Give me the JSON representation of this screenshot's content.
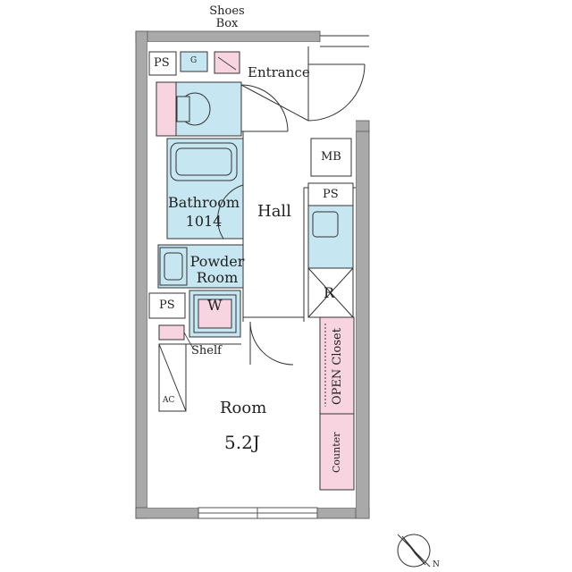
{
  "labels": {
    "shoes_box": [
      "Shoes",
      "Box"
    ],
    "entrance": "Entrance",
    "ps_top": "PS",
    "g": "G",
    "mb": "MB",
    "ps_right": "PS",
    "bathroom": [
      "Bathroom",
      "1014"
    ],
    "hall": "Hall",
    "powder_room": [
      "Powder",
      "Room"
    ],
    "r": "R",
    "ps_left": "PS",
    "w": "W",
    "shelf": "Shelf",
    "open_closet": "OPEN Closet",
    "ac": "AC",
    "room": "Room",
    "room_size": "5.2J",
    "counter": "Counter",
    "compass_n": "N"
  },
  "colors": {
    "wall": "#a9a9a9",
    "wet_area": "#c6e6f2",
    "storage": "#f7d4e0",
    "line": "#333333"
  }
}
